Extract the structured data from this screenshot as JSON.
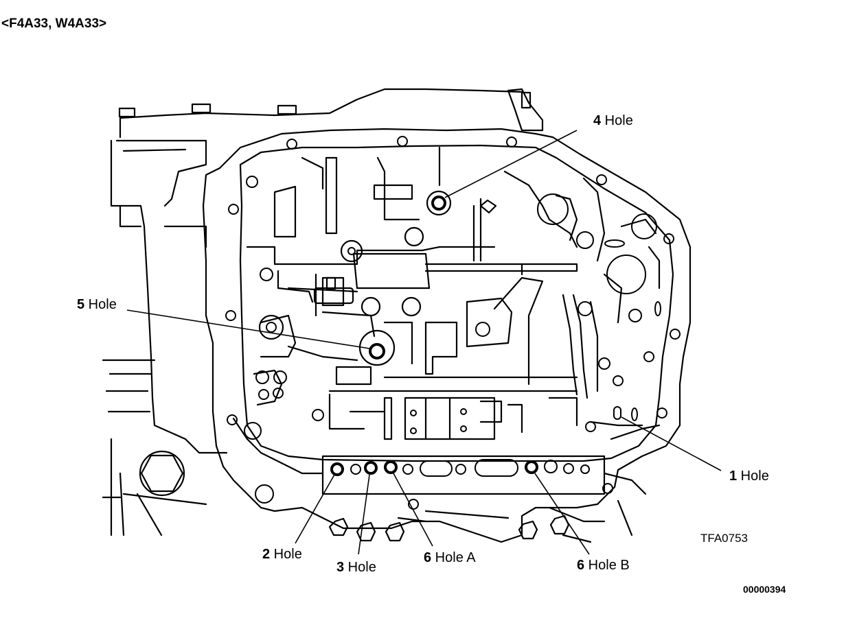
{
  "title": "<F4A33, W4A33>",
  "callouts": [
    {
      "id": "hole-1",
      "num": "1",
      "text": " Hole"
    },
    {
      "id": "hole-2",
      "num": "2",
      "text": " Hole"
    },
    {
      "id": "hole-3",
      "num": "3",
      "text": " Hole"
    },
    {
      "id": "hole-4",
      "num": "4",
      "text": " Hole"
    },
    {
      "id": "hole-5",
      "num": "5",
      "text": " Hole"
    },
    {
      "id": "hole-6a",
      "num": "6",
      "text": " Hole A"
    },
    {
      "id": "hole-6b",
      "num": "6",
      "text": " Hole B"
    }
  ],
  "figure_code": "TFA0753",
  "document_id": "00000394",
  "colors": {
    "line": "#000000",
    "background": "#ffffff"
  }
}
